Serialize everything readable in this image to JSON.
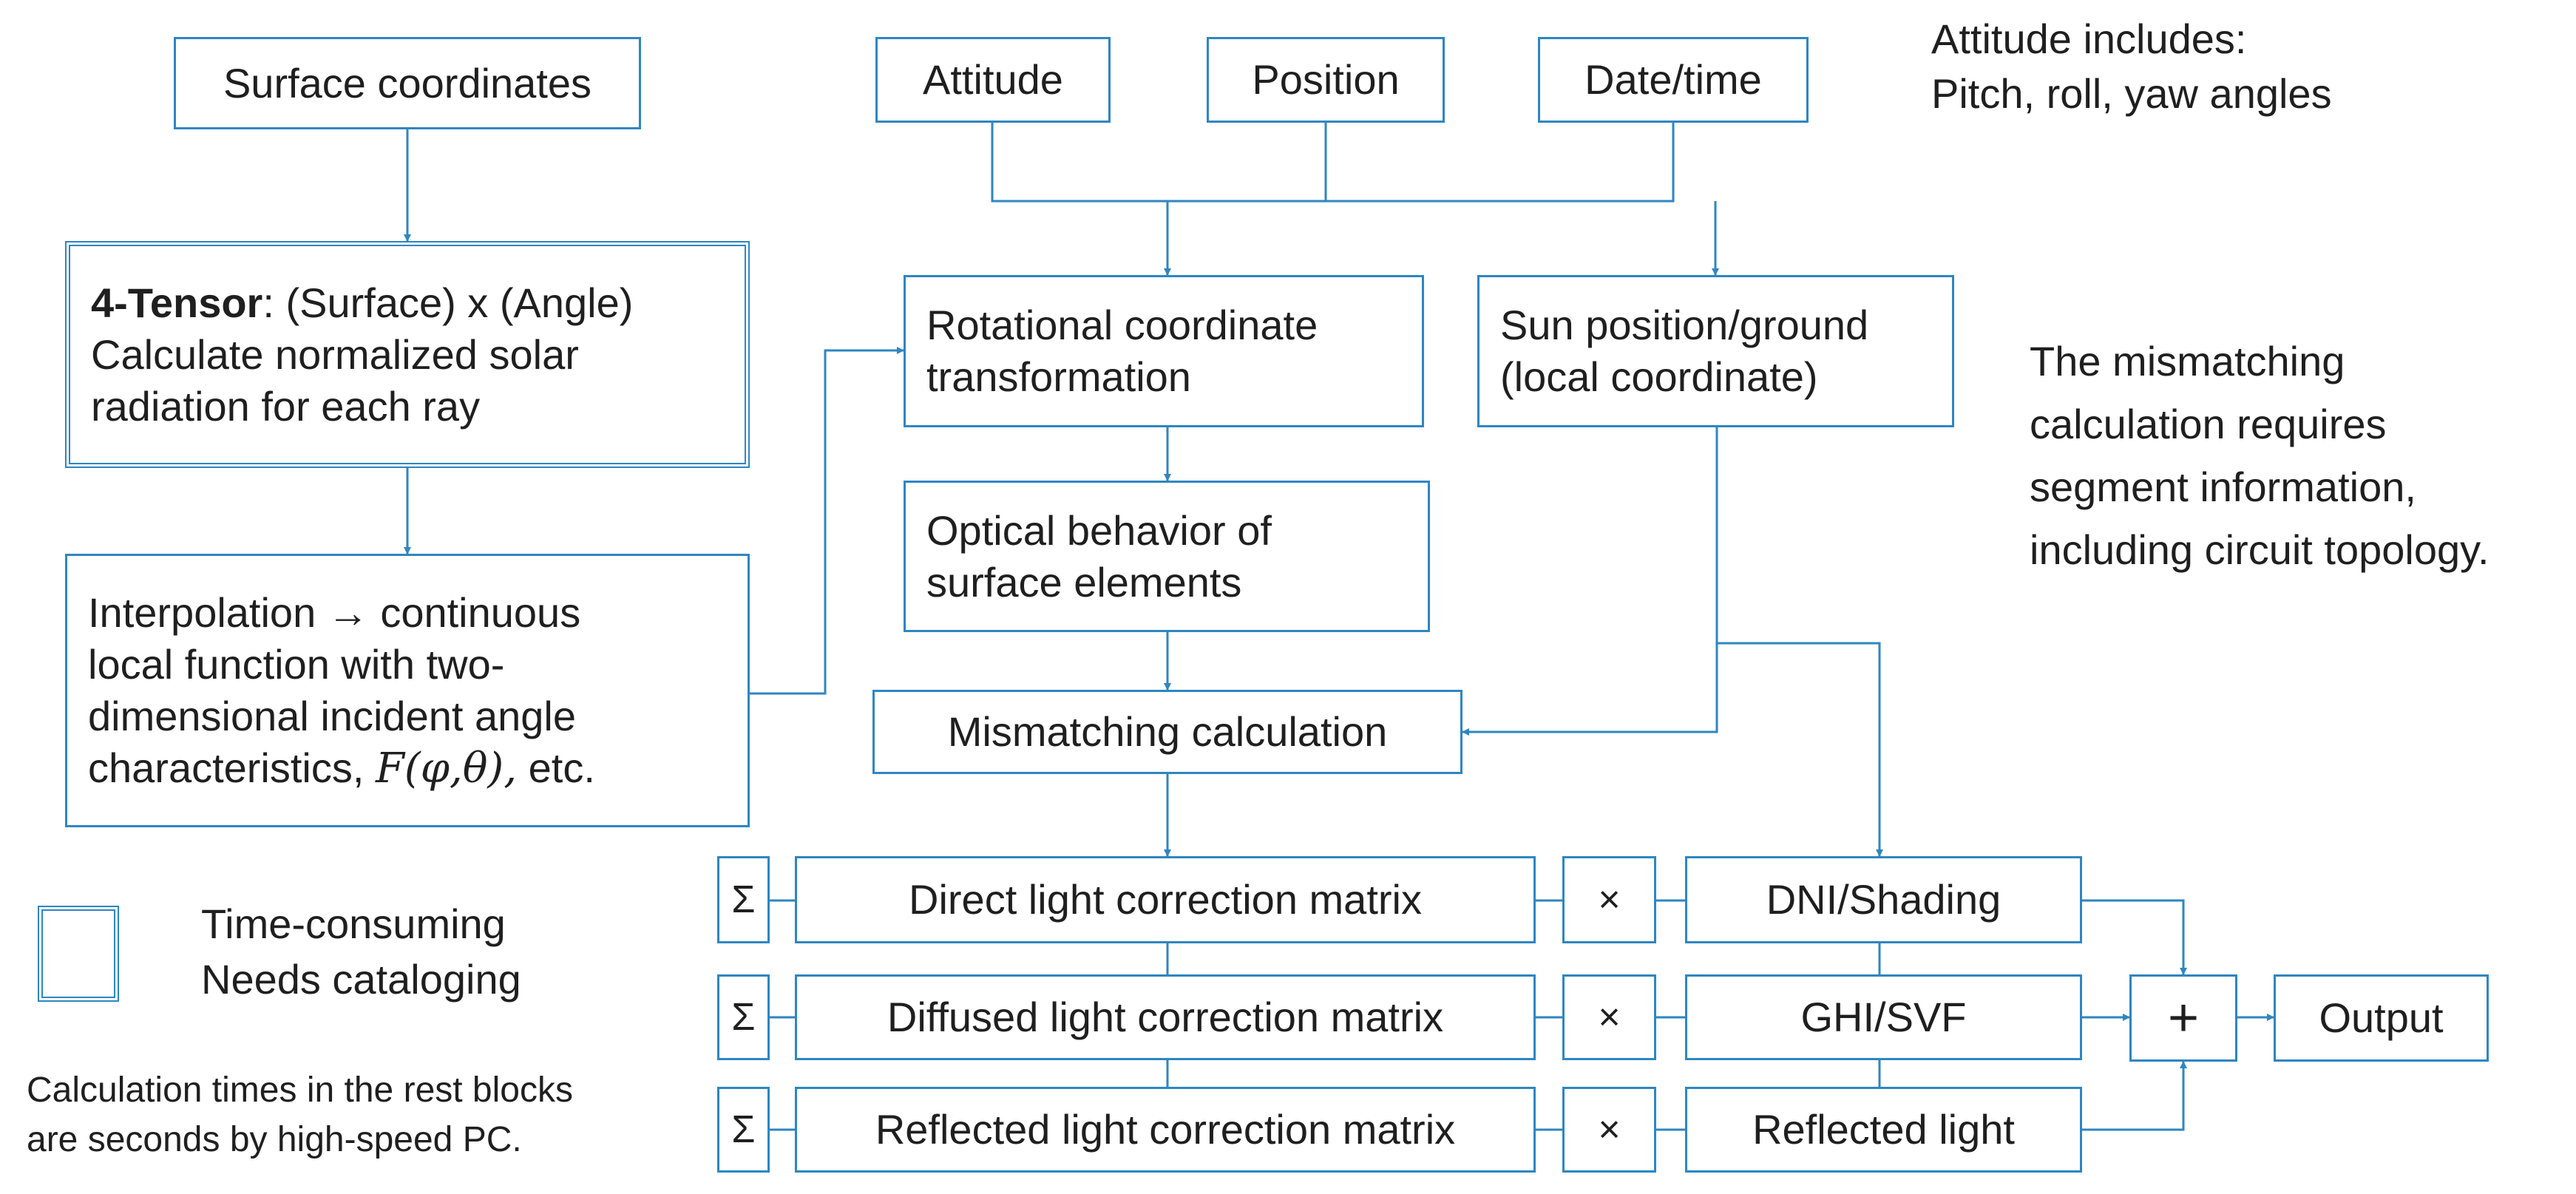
{
  "nodes": {
    "surface_coordinates": "Surface coordinates",
    "attitude": "Attitude",
    "position": "Position",
    "date_time": "Date/time",
    "tensor": {
      "bold": "4-Tensor",
      "rest": ": (Surface) x (Angle)",
      "line2": "Calculate normalized solar",
      "line3": "radiation for each ray"
    },
    "interpolation": {
      "line1": "Interpolation → continuous",
      "line2": "local function with two-",
      "line3": "dimensional incident angle",
      "line4_prefix": "characteristics,",
      "line4_math": "F(φ,θ),",
      "line4_suffix": "etc."
    },
    "rotational": {
      "line1": "Rotational coordinate",
      "line2": "transformation"
    },
    "sun_position": {
      "line1": "Sun position/ground",
      "line2": "(local coordinate)"
    },
    "optical": {
      "line1": "Optical behavior of",
      "line2": "surface elements"
    },
    "mismatching": "Mismatching calculation",
    "sigma": "Σ",
    "times": "×",
    "plus": "+",
    "direct_matrix": "Direct light correction matrix",
    "diffused_matrix": "Diffused light correction matrix",
    "reflected_matrix": "Reflected light correction matrix",
    "dni": "DNI/Shading",
    "ghi": "GHI/SVF",
    "reflected_light": "Reflected light",
    "output": "Output"
  },
  "notes": {
    "attitude": {
      "line1": "Attitude includes:",
      "line2": "Pitch, roll, yaw angles"
    },
    "mismatch": {
      "line1": "The mismatching",
      "line2": "calculation requires",
      "line3": "segment information,",
      "line4": "including circuit topology."
    },
    "legend": {
      "line1": "Time-consuming",
      "line2": "Needs cataloging"
    },
    "footer": {
      "line1": "Calculation times in the rest blocks",
      "line2": "are seconds by high-speed PC."
    }
  },
  "colors": {
    "accent": "#2e86c1",
    "text": "#1f1f1f",
    "background": "#ffffff"
  }
}
